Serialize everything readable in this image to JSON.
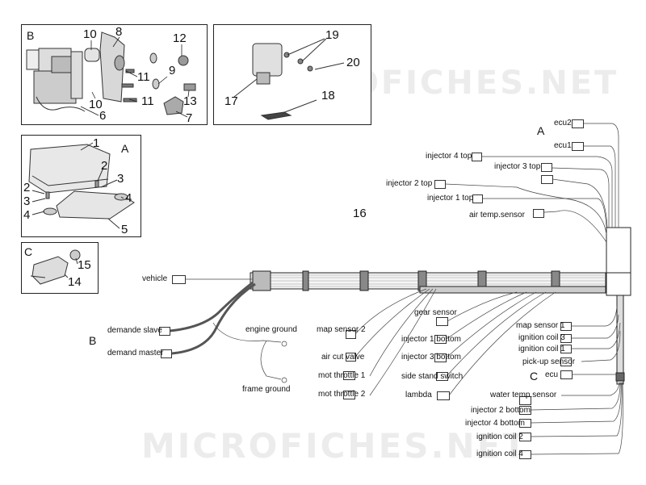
{
  "watermark": "MICROFICHES.NET",
  "panels": {
    "b": {
      "letter": "B",
      "numbers": [
        "10",
        "8",
        "12",
        "11",
        "9",
        "11",
        "13",
        "10",
        "6",
        "7"
      ]
    },
    "a": {
      "letter": "A",
      "numbers": [
        "1",
        "2",
        "3",
        "2",
        "3",
        "4",
        "4",
        "5"
      ]
    },
    "c": {
      "letter": "C",
      "numbers": [
        "14",
        "15"
      ]
    },
    "top": {
      "numbers": [
        "19",
        "20",
        "17",
        "18"
      ]
    }
  },
  "harness": {
    "number": "16",
    "letter_a": "A",
    "letter_b": "B",
    "letter_c": "C",
    "connectors": {
      "ecu2": "ecu2",
      "ecu1": "ecu1",
      "injector4top": "injector 4 top",
      "injector3top": "injector 3 top",
      "injector2top": "injector 2 top",
      "injector1top": "injector 1 top",
      "airtemp": "air temp.sensor",
      "vehicle": "vehicle",
      "demandeslave": "demande slave",
      "demandmaster": "demand master",
      "engineground": "engine ground",
      "frameground": "frame ground",
      "mapsensor2": "map sensor 2",
      "aircutvalve": "air cut valve",
      "motthrottle1": "mot throttle 1",
      "motthrottle2": "mot throttle 2",
      "gearsensor": "gear sensor",
      "injector1bottom": "injector 1 bottom",
      "injector3bottom": "injector 3 bottom",
      "sidestand": "side stand switch",
      "lambda": "lambda",
      "mapsensor1": "map sensor 1",
      "ignitioncoil3": "ignition coil 3",
      "ignitioncoil1": "ignition coil 1",
      "pickup": "pick-up sensor",
      "ecu": "ecu",
      "watertemp": "water temp.sensor",
      "injector2bottom": "injector 2 bottom",
      "injector4bottom": "injector 4 bottom",
      "ignitioncoil2": "ignition coil 2",
      "ignitioncoil4": "ignition coil 4"
    }
  }
}
